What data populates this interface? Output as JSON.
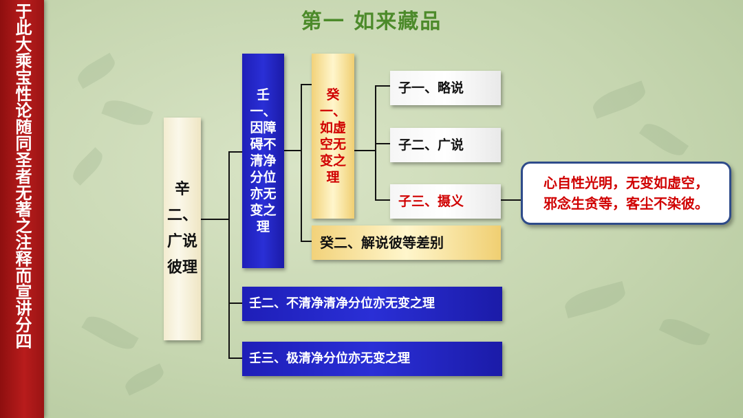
{
  "sidebar": {
    "text": "于此大乘宝性论随同圣者无著之注释而宣讲分四"
  },
  "title": "第一  如来藏品",
  "nodes": {
    "xin2": "辛二、广说彼理",
    "ren1": "壬一、因障碍不清净分位亦无变之理",
    "gui1": "癸一、如虚空无变之理",
    "zi1": "子一、略说",
    "zi2": "子二、广说",
    "zi3": "子三、摄义",
    "gui2": "癸二、解说彼等差别",
    "ren2": "壬二、不清净清净分位亦无变之理",
    "ren3": "壬三、极清净分位亦无变之理"
  },
  "callout": {
    "line1": "心自性光明，无变如虚空，",
    "line2": "邪念生贪等，客尘不染彼。"
  },
  "colors": {
    "sidebar": "#b81c1c",
    "title": "#4c8a2a",
    "blue_box": "#2a2fd6",
    "highlight_text": "#d00000",
    "callout_border": "#2e4b8a"
  }
}
